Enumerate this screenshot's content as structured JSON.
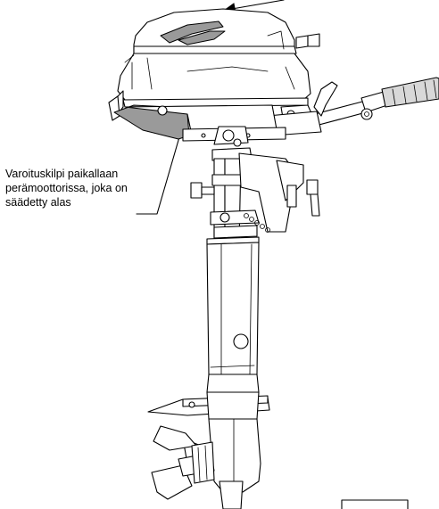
{
  "diagram": {
    "callout_lines": [
      "Varoituskilpi paikallaan",
      "perämoottorissa, joka on",
      "säädetty alas"
    ],
    "colors": {
      "line": "#000000",
      "shade": "#d8d8d8",
      "dark_shade": "#9a9a9a",
      "background": "#ffffff"
    }
  }
}
